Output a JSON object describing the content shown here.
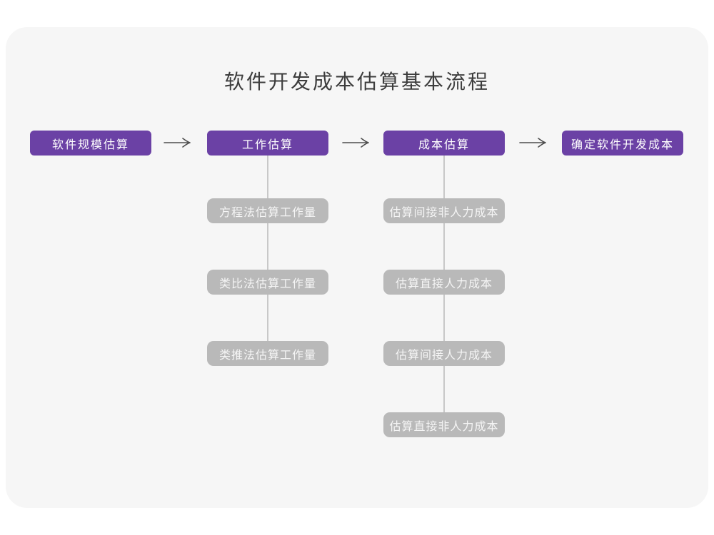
{
  "page": {
    "title": "软件开发成本估算基本流程"
  },
  "colors": {
    "page_background": "#ffffff",
    "canvas_background": "#f6f6f6",
    "primary_node_background": "#6b41a5",
    "sub_node_background": "#b9b9b9",
    "node_text": "#ffffff",
    "connector_line": "#c8c8c8",
    "arrow_stroke": "#4d4d4d",
    "title_text": "#3d3d3d"
  },
  "flow": {
    "main_nodes": [
      {
        "label": "软件规模估算"
      },
      {
        "label": "工作估算"
      },
      {
        "label": "成本估算"
      },
      {
        "label": "确定软件开发成本"
      }
    ],
    "work_estimation_sub_nodes": [
      {
        "label": "方程法估算工作量"
      },
      {
        "label": "类比法估算工作量"
      },
      {
        "label": "类推法估算工作量"
      }
    ],
    "cost_estimation_sub_nodes": [
      {
        "label": "估算间接非人力成本"
      },
      {
        "label": "估算直接人力成本"
      },
      {
        "label": "估算间接人力成本"
      },
      {
        "label": "估算直接非人力成本"
      }
    ]
  }
}
